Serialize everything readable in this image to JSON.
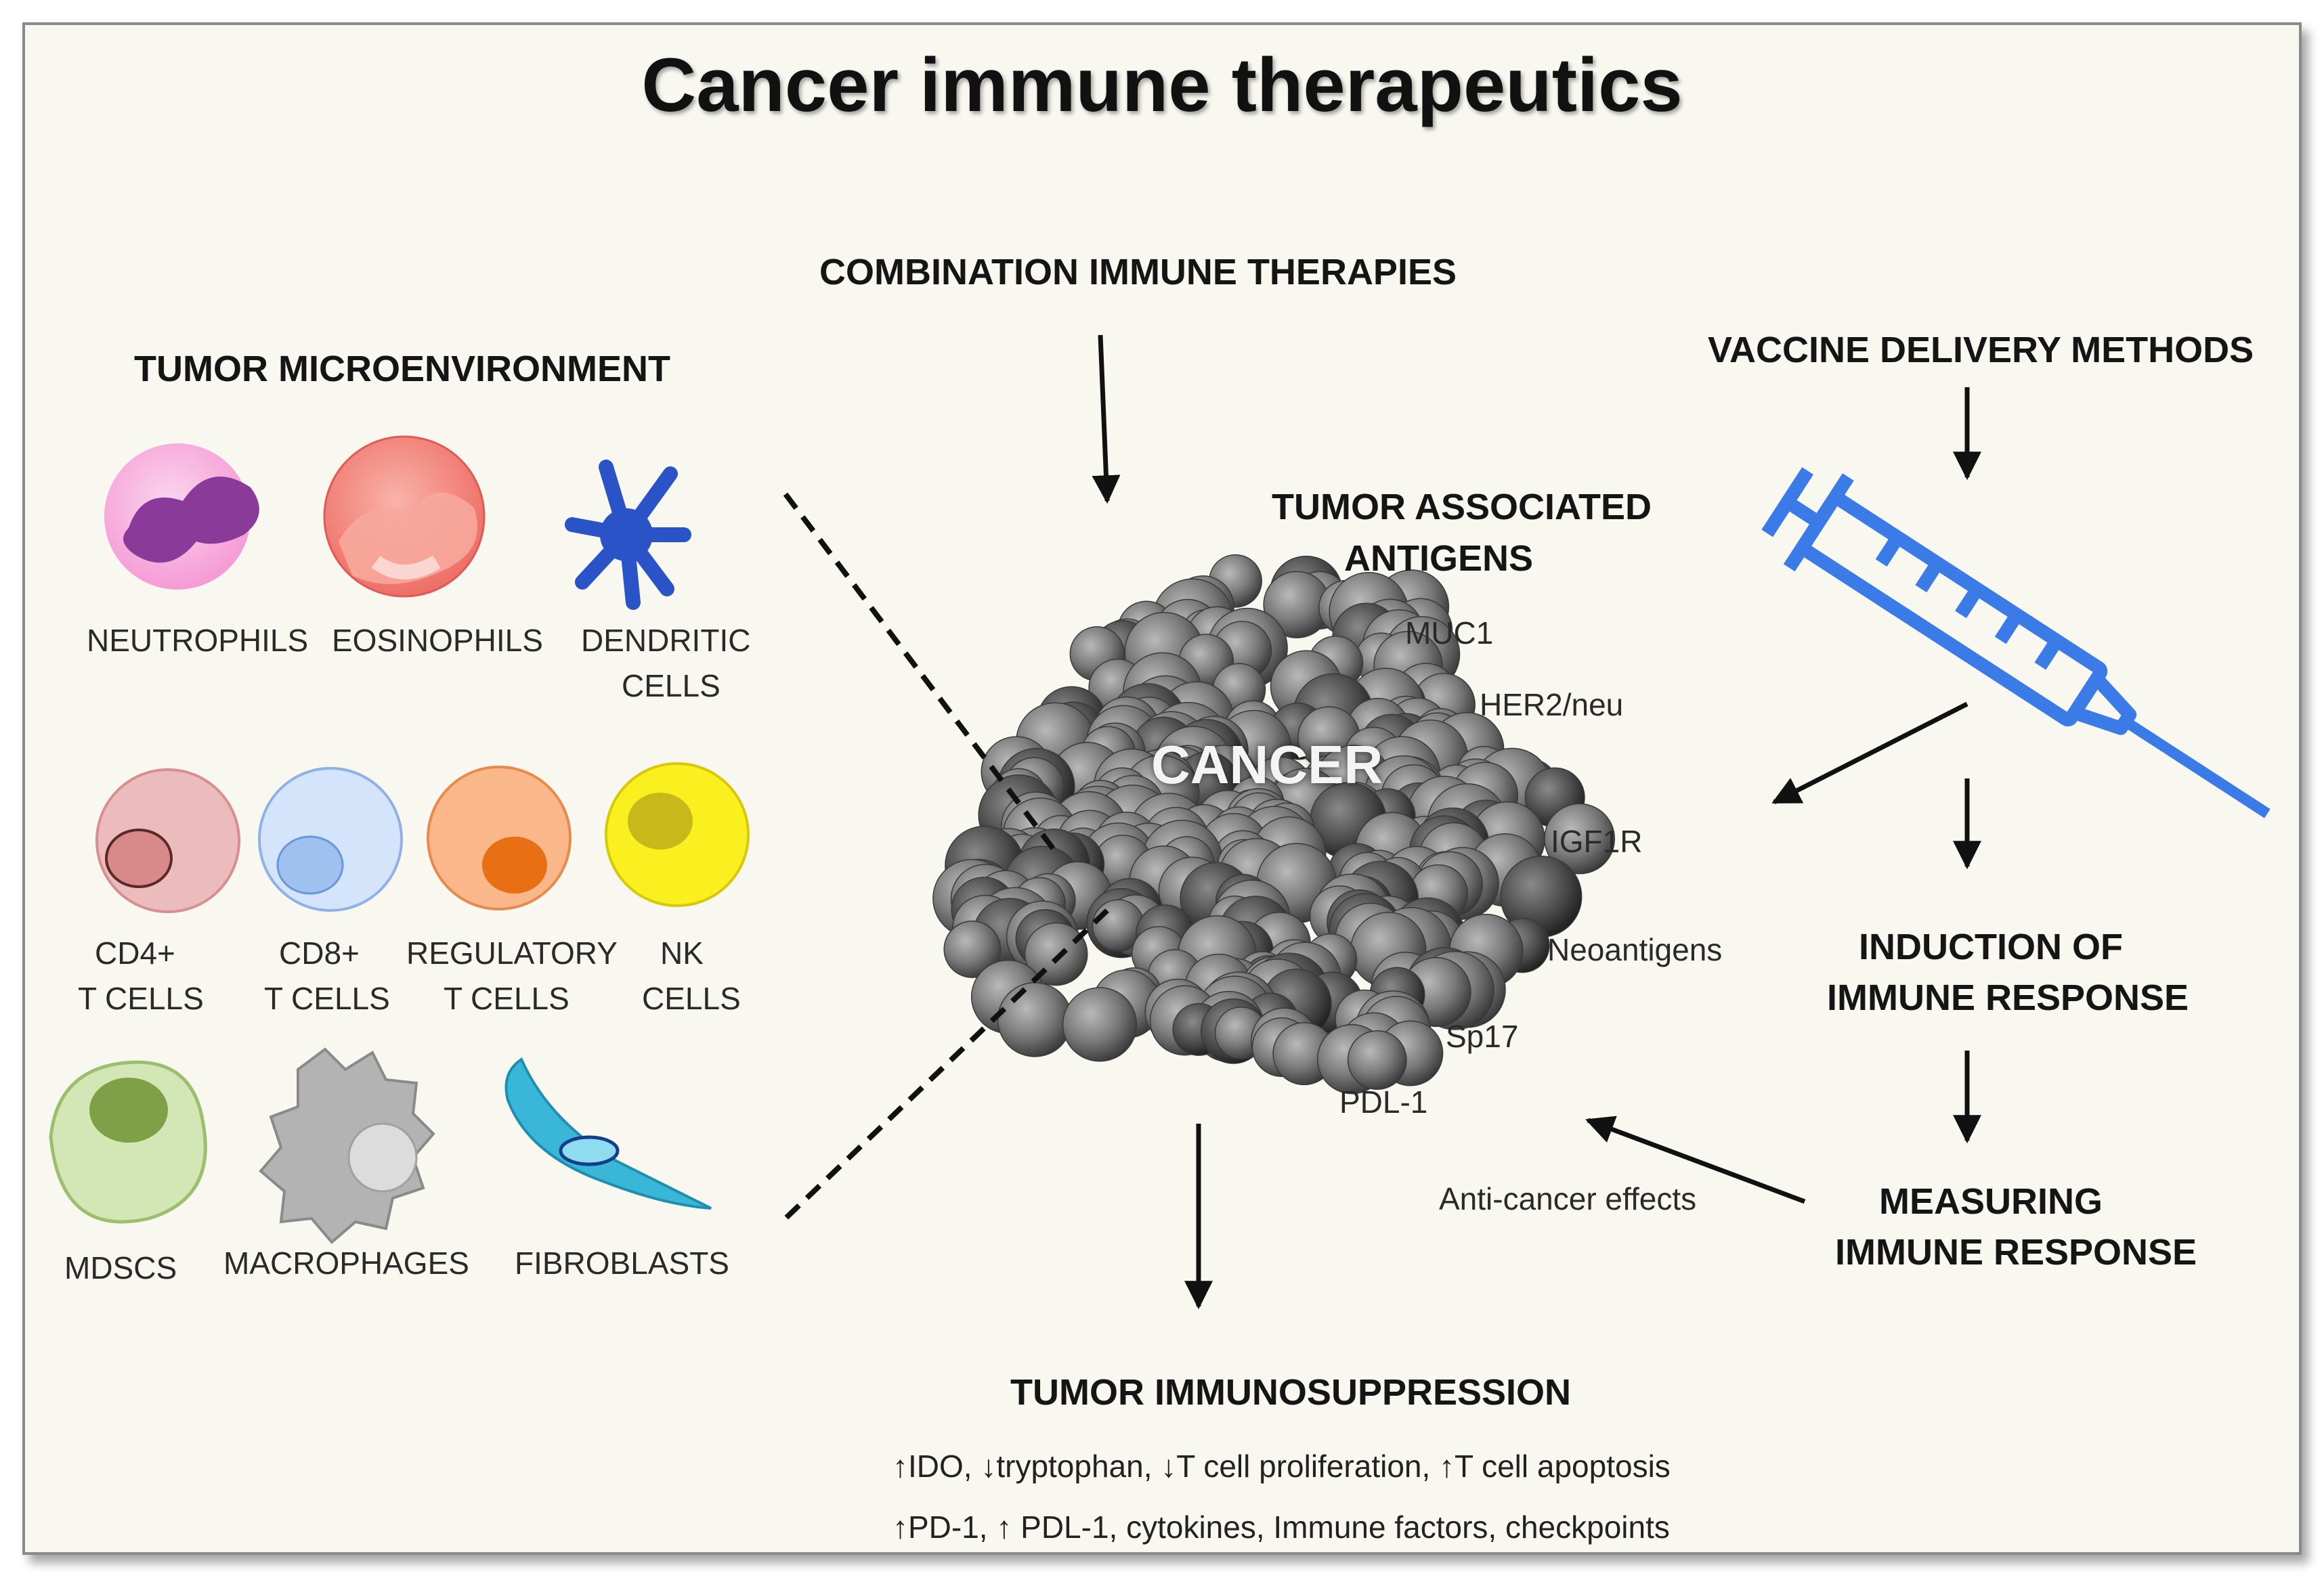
{
  "title": "Cancer immune therapeutics",
  "sections": {
    "combination": "COMBINATION IMMUNE THERAPIES",
    "microenvironment": "TUMOR MICROENVIRONMENT",
    "vaccine": "VACCINE DELIVERY METHODS",
    "antigens_1": "TUMOR ASSOCIATED",
    "antigens_2": "ANTIGENS",
    "induction_1": "INDUCTION OF",
    "induction_2": "IMMUNE RESPONSE",
    "measuring_1": "MEASURING",
    "measuring_2": "IMMUNE RESPONSE",
    "immunosuppression": "TUMOR IMMUNOSUPPRESSION"
  },
  "cells": {
    "neutrophils": "NEUTROPHILS",
    "eosinophils": "EOSINOPHILS",
    "dendritic_1": "DENDRITIC",
    "dendritic_2": "CELLS",
    "cd4_1": "CD4+",
    "cd4_2": "T CELLS",
    "cd8_1": "CD8+",
    "cd8_2": "T CELLS",
    "regulatory_1": "REGULATORY",
    "regulatory_2": "T CELLS",
    "nk_1": "NK",
    "nk_2": "CELLS",
    "mdscs": "MDSCS",
    "macrophages": "MACROPHAGES",
    "fibroblasts": "FIBROBLASTS"
  },
  "cancer_label": "CANCER",
  "antigens": {
    "muc1": "MUC1",
    "her2": "HER2/neu",
    "igf1r": "IGF1R",
    "neoantigens": "Neoantigens",
    "sp17": "Sp17",
    "pdl1": "PDL-1"
  },
  "anti_cancer": "Anti-cancer effects",
  "immunosuppression_lines": {
    "line1": "↑IDO, ↓tryptophan, ↓T cell proliferation, ↑T cell apoptosis",
    "line2": "↑PD-1, ↑ PDL-1, cytokines, Immune factors, checkpoints"
  },
  "colors": {
    "background": "#f8f7f0",
    "syringe": "#3b7be8",
    "arrow": "#111111"
  },
  "icons": [
    "neutrophil-icon",
    "eosinophil-icon",
    "dendritic-cell-icon",
    "cd4-t-cell-icon",
    "cd8-t-cell-icon",
    "regulatory-t-cell-icon",
    "nk-cell-icon",
    "mdsc-icon",
    "macrophage-icon",
    "fibroblast-icon",
    "tumor-mass-icon",
    "syringe-icon"
  ]
}
